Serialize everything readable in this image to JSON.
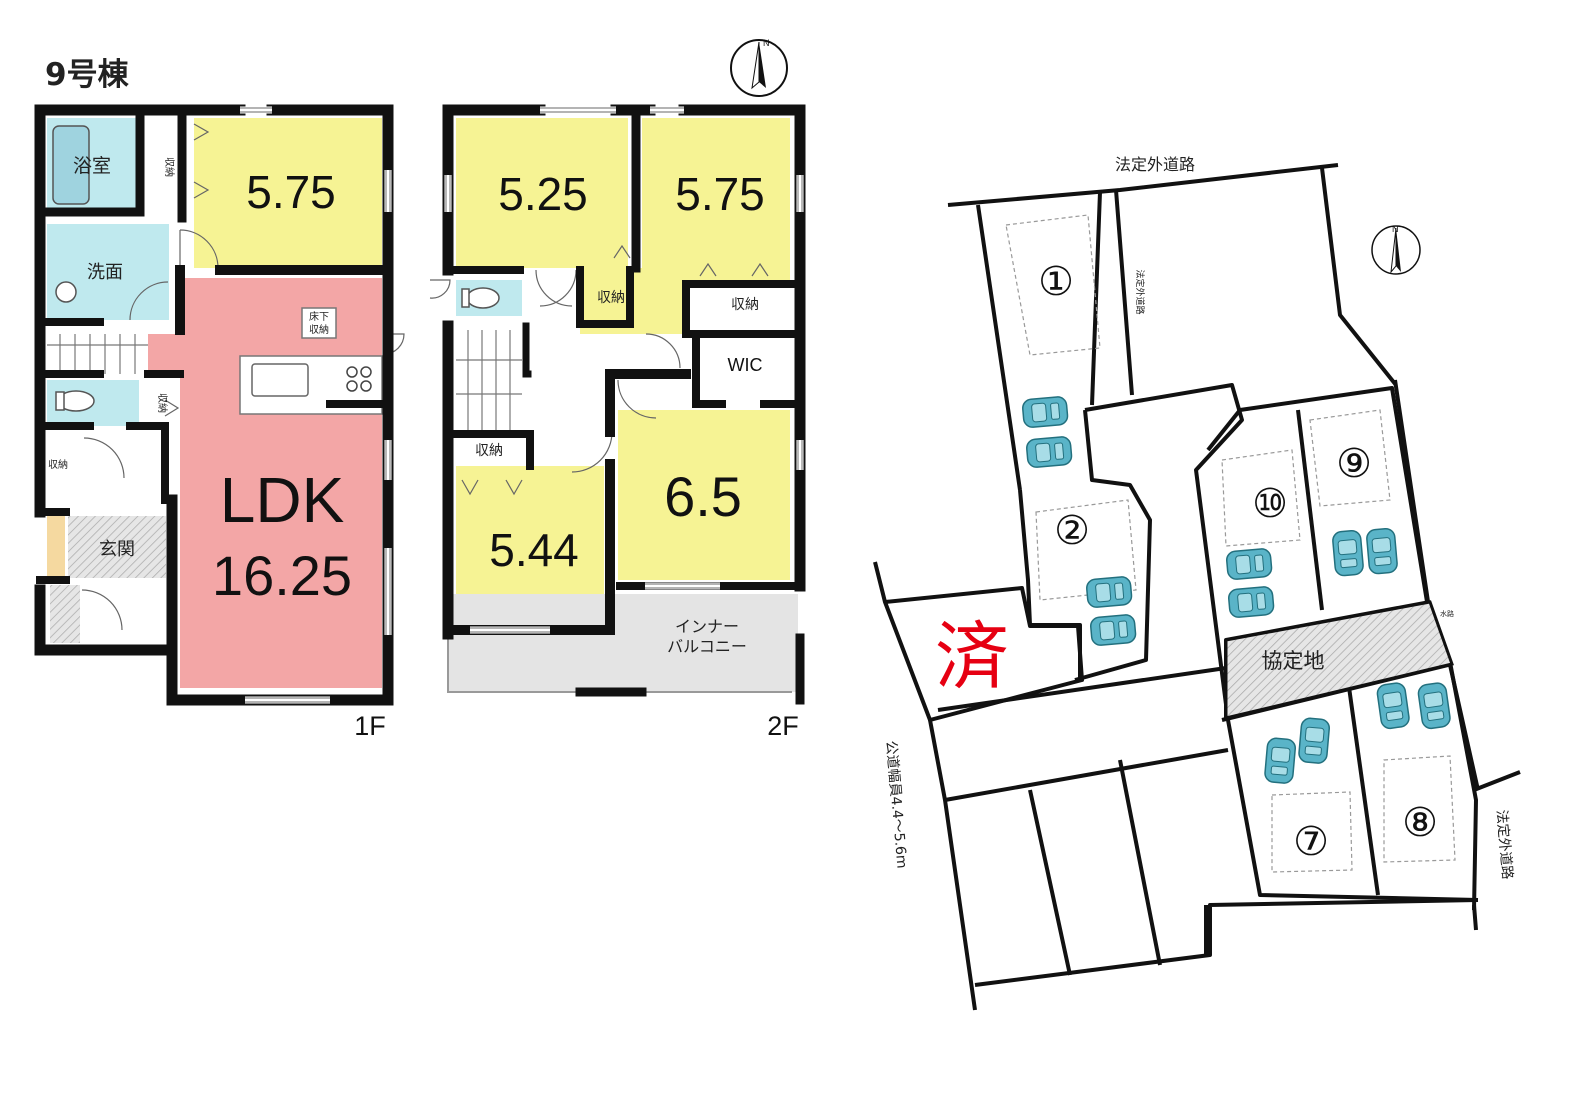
{
  "building_title": "9号棟",
  "colors": {
    "bedroom": "#f6f394",
    "ldk": "#f3a6a6",
    "wet": "#bfe9ee",
    "balcony": "#e3e3e3",
    "hatch": "#d8d8d8",
    "sold": "#e60012",
    "car": "#5ab4c8"
  },
  "floor1": {
    "label": "1F",
    "bedroom_size": "5.75",
    "bath": "浴室",
    "washroom": "洗面",
    "storage": "収納",
    "underfloor_storage": [
      "床下",
      "収納"
    ],
    "ldk": [
      "LDK",
      "16.25"
    ],
    "entrance": "玄関"
  },
  "floor2": {
    "label": "2F",
    "rooms": [
      "5.25",
      "5.75",
      "6.5",
      "5.44"
    ],
    "storage": "収納",
    "wic": "WIC",
    "balcony": [
      "インナー",
      "バルコニー"
    ]
  },
  "site": {
    "road_top": "法定外道路",
    "road_left_vertical": "法定外道路",
    "road_public": "公道幅員4.4～5.6m",
    "road_right": "法定外道路",
    "agreement_land": "協定地",
    "waterway": "水路",
    "sold_mark": "済",
    "lots": [
      "①",
      "②",
      "⑦",
      "⑧",
      "⑨",
      "⑩"
    ]
  },
  "compass_label": "N"
}
